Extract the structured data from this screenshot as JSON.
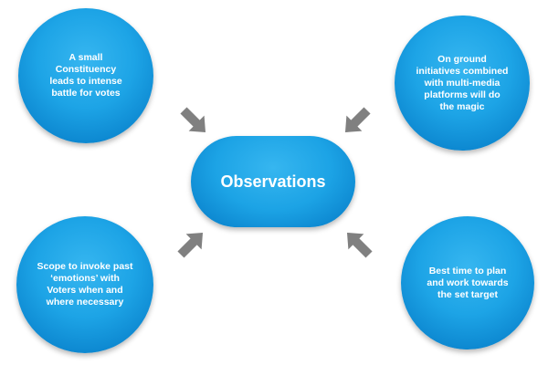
{
  "center": {
    "label": "Observations"
  },
  "nodes": {
    "top_left": "A small\nConstituency\nleads to intense\nbattle for votes",
    "top_right": "On ground\ninitiatives combined\nwith multi-media\nplatforms will do\nthe magic",
    "bottom_left": "Scope to invoke past\n‘emotions’ with\nVoters when and\nwhere necessary",
    "bottom_right": "Best time to plan\nand work towards\nthe set target"
  },
  "arrows": [
    {
      "icon": "arrow-icon",
      "from": "top_left"
    },
    {
      "icon": "arrow-icon",
      "from": "top_right"
    },
    {
      "icon": "arrow-icon",
      "from": "bottom_left"
    },
    {
      "icon": "arrow-icon",
      "from": "bottom_right"
    }
  ],
  "colors": {
    "circle": "#1da4e6",
    "circle_dark": "#0879bf",
    "arrow": "#808080",
    "text": "#ffffff"
  }
}
